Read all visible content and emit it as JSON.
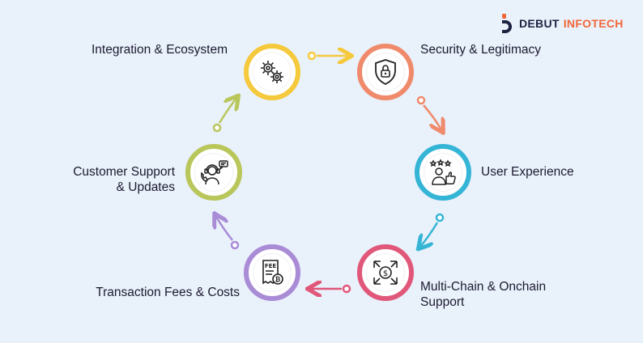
{
  "brand": {
    "name_part1": "DEBUT",
    "name_part2": "INFOTECH",
    "colors": {
      "dark": "#1d2340",
      "accent": "#f2673a"
    }
  },
  "steps": [
    {
      "label": "Integration & Ecosystem",
      "icon": "gears-icon",
      "color": "#f5c93c"
    },
    {
      "label": "Security & Legitimacy",
      "icon": "shield-lock-icon",
      "color": "#f08a6c"
    },
    {
      "label": "User Experience",
      "icon": "user-thumbs-up-icon",
      "color": "#35b5d6"
    },
    {
      "label_line1": "Multi-Chain & Onchain",
      "label_line2": "Support",
      "icon": "multichain-coin-icon",
      "color": "#e0577a"
    },
    {
      "label": "Transaction Fees & Costs",
      "icon": "fee-receipt-icon",
      "color": "#a98bd6",
      "icon_text": "FEE"
    },
    {
      "label_line1": "Customer Support",
      "label_line2": "& Updates",
      "icon": "support-agent-icon",
      "color": "#b9c65a"
    }
  ]
}
